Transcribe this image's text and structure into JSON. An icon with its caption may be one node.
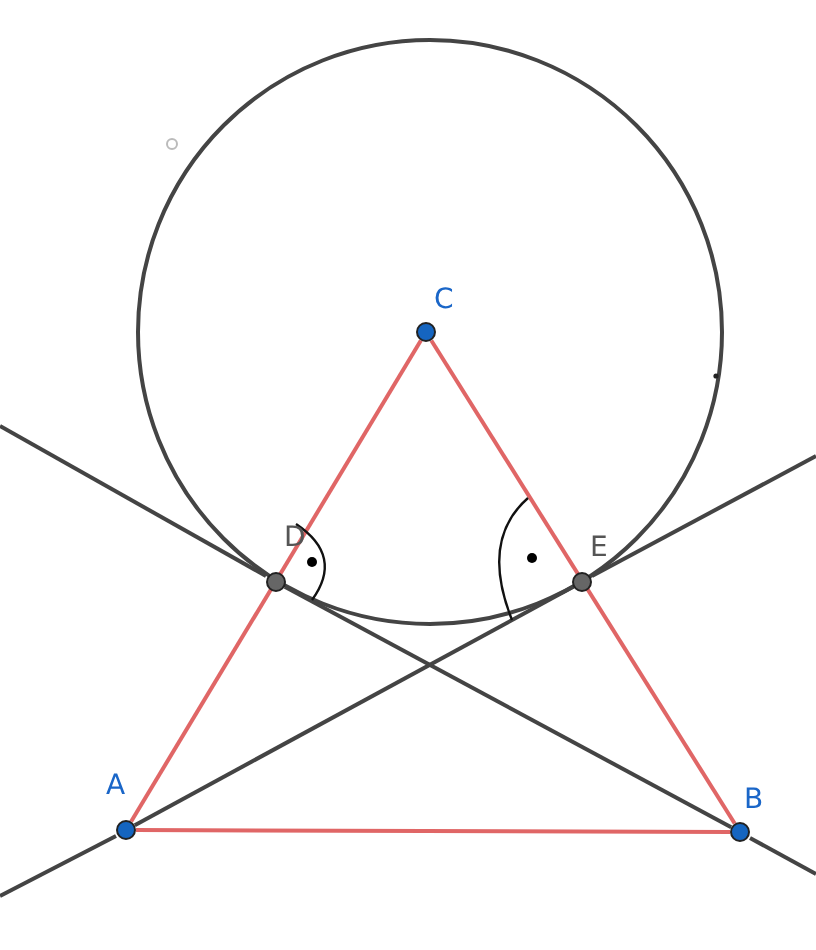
{
  "diagram": {
    "nodes": [
      {
        "text": [
          "A"
        ]
      },
      {
        "text": [
          "B"
        ]
      },
      {
        "text": [
          "C"
        ]
      },
      {
        "text": [
          "D"
        ]
      },
      {
        "text": [
          "E"
        ]
      }
    ],
    "edges": [
      {
        "from": 0,
        "to": 2,
        "arrow": "none"
      },
      {
        "from": 2,
        "to": 1,
        "arrow": "none"
      },
      {
        "from": 0,
        "to": 1,
        "arrow": "none"
      },
      {
        "from": 3,
        "to": 1,
        "arrow": "none",
        "color": "#444444"
      },
      {
        "from": 0,
        "to": 4,
        "arrow": "none",
        "color": "#444444"
      }
    ]
  }
}
